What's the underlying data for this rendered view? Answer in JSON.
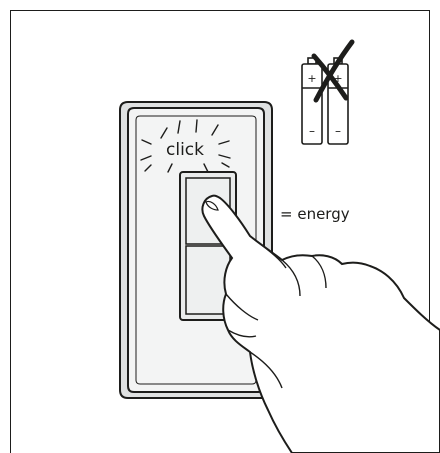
{
  "labels": {
    "click": "click",
    "energy": "= energy",
    "plus_left": "+",
    "minus_left": "–",
    "plus_right": "+",
    "minus_right": "–"
  },
  "icons": {
    "batteries": "battery-pair-icon",
    "crossed_out": "cross-icon",
    "switch": "wall-switch",
    "hand": "hand-pressing-icon"
  },
  "colors": {
    "stroke": "#1d1d1b",
    "switch_fill": "#eceeee",
    "switch_face": "#f5f6f6",
    "rocker": "#e4e6e6",
    "cross": "#1d1d1b"
  }
}
